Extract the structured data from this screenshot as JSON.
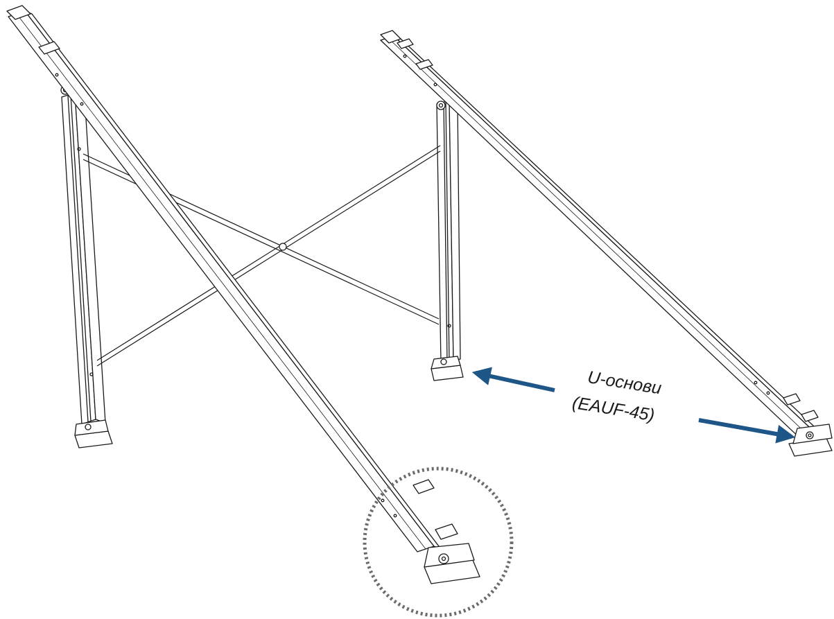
{
  "callout": {
    "line1": "U-основи",
    "line2": "(EAUF-45)",
    "arrow_color": "#1f5688"
  },
  "highlight": {
    "style": "dotted-circle",
    "color": "#6b6b6b"
  },
  "drawing": {
    "line_color": "#1a1a1a",
    "background": "#ffffff"
  }
}
